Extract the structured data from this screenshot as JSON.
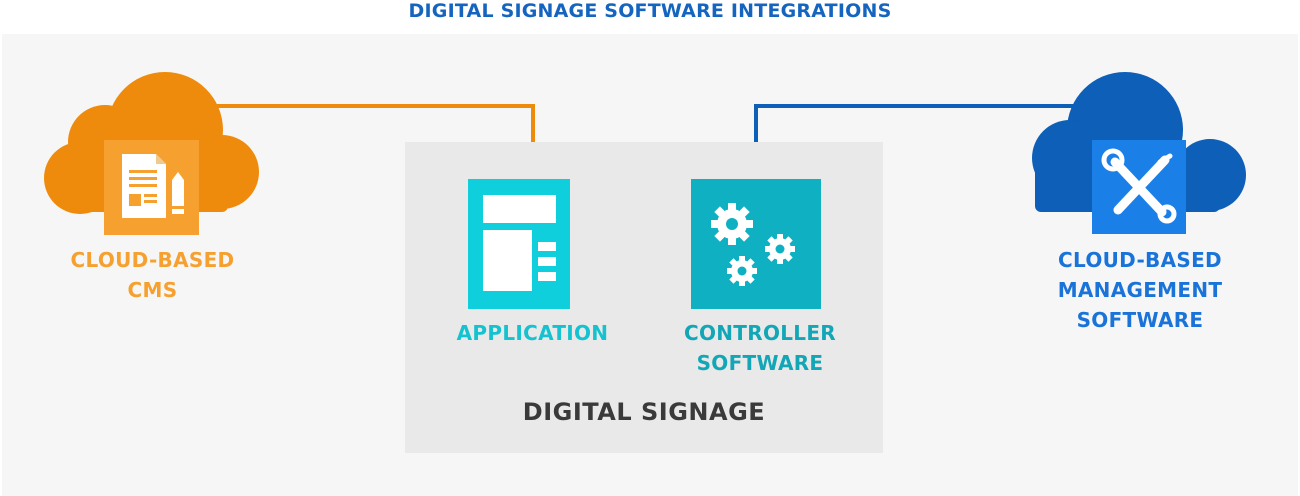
{
  "title": "DIGITAL SIGNAGE SOFTWARE INTEGRATIONS",
  "cms": {
    "label_line1": "CLOUD-BASED",
    "label_line2": "CMS",
    "icon": "document-pencil-icon",
    "color": "#ef8b0c"
  },
  "management": {
    "label_line1": "CLOUD-BASED",
    "label_line2": "MANAGEMENT",
    "label_line3": "SOFTWARE",
    "icon": "wrench-screwdriver-icon",
    "color": "#0d5fb8"
  },
  "signage": {
    "label": "DIGITAL SIGNAGE",
    "application": {
      "label": "APPLICATION",
      "icon": "app-window-icon",
      "color": "#10cfdc"
    },
    "controller": {
      "label_line1": "CONTROLLER",
      "label_line2": "SOFTWARE",
      "icon": "gears-icon",
      "color": "#0fb0c2"
    }
  }
}
